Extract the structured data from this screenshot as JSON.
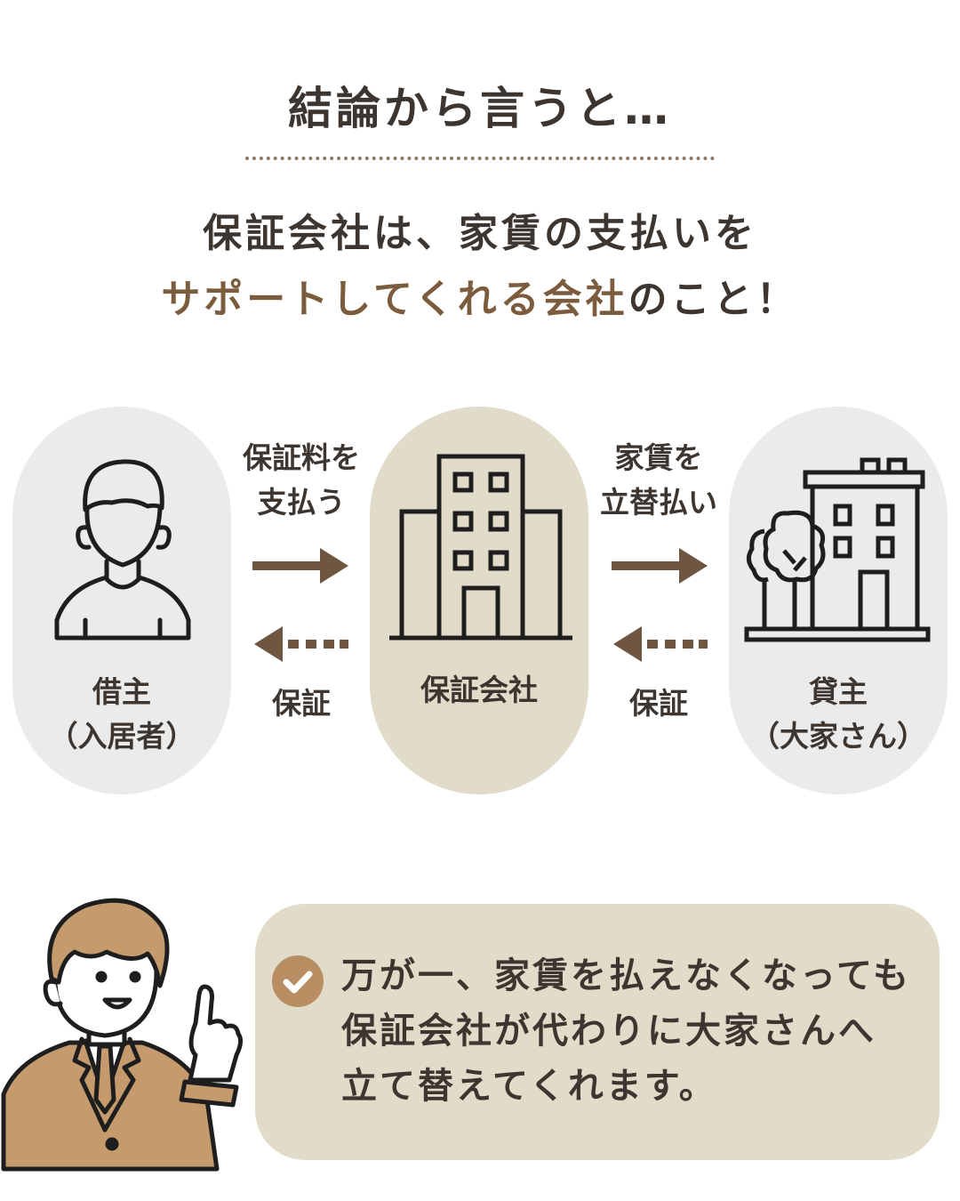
{
  "heading": "結論から言うと…",
  "lead": {
    "line1": "保証会社は、家賃の支払いを",
    "line2_accent": "サポートしてくれる会社",
    "line2_rest": "のこと！"
  },
  "diagram": {
    "tenant": {
      "label": "借主",
      "sub": "（入居者）"
    },
    "guarantor": {
      "label": "保証会社"
    },
    "landlord": {
      "label": "貸主",
      "sub": "（大家さん）"
    },
    "left_top_label": [
      "保証料を",
      "支払う"
    ],
    "left_bottom_label": "保証",
    "right_top_label": [
      "家賃を",
      "立替払い"
    ],
    "right_bottom_label": "保証"
  },
  "callout": {
    "lines": [
      "万が一、家賃を払えなくなっても",
      "保証会社が代わりに大家さんへ",
      "立て替えてくれます。"
    ]
  },
  "colors": {
    "text": "#3d3630",
    "accent_brown": "#7b5d3e",
    "arrow_brown": "#6e5640",
    "node_gray": "#ebebeb",
    "node_beige": "#e1dbc9",
    "check": "#b88e62"
  }
}
